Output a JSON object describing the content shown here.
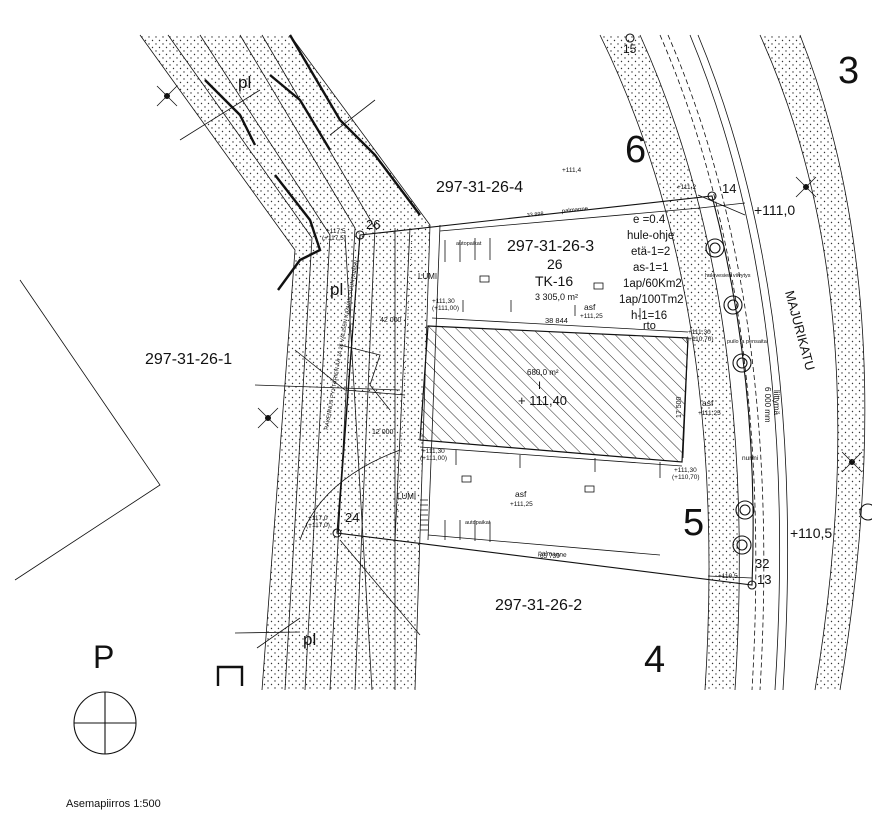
{
  "sheet": {
    "caption": "Asemapiirros 1:500",
    "block_numbers": [
      "3",
      "6",
      "5",
      "4"
    ],
    "area_symbol": "P"
  },
  "street": {
    "name": "MAJURIKATU",
    "width_note_1": "liittymä",
    "width_note_2": "6 000 mm",
    "levels": [
      "+111,0",
      "+110,5"
    ]
  },
  "lots": {
    "north": "297-31-26-4",
    "main": "297-31-26-3",
    "west": "297-31-26-1",
    "south": "297-31-26-2"
  },
  "main_lot": {
    "number": "26",
    "zoning": "TK-16",
    "area": "3 305,0 m²",
    "regulations": [
      "e =0.4",
      "hule-ohje",
      "etä-1=2",
      "as-1=1",
      "1ap/60Km2",
      "1ap/100Tm2",
      "h-1=16"
    ],
    "rto": "rto"
  },
  "building": {
    "area": "680,0 m²",
    "roman": "I",
    "level": "+ 111,40",
    "dim_top": "38 844",
    "dim_side": "17 500",
    "dim_left": "42 000",
    "dim_left_2": "12 000"
  },
  "points": {
    "p14": "14",
    "p26": "26",
    "p24": "24",
    "p32": "32",
    "p13": "13",
    "p15": "15"
  },
  "labels": {
    "pl": "pl",
    "lumi": "LUMI",
    "asf": "asf",
    "asf_level": "+111,25",
    "nurmi": "nurmi",
    "palmanne": "palmanne",
    "autopaikat": "autopaikat",
    "hulevesi": "hulevesien viivytys",
    "puilo": "puilo ja pensaita",
    "path_note": "RAKENNUS PYYTÄRIEN ÄÄ JA 26 VÄLISEN KAAVAN SUUNTAINEN",
    "dim_palmanne_bottom": "65 739",
    "dim_palmanne_top": "33 898"
  },
  "spot_levels": {
    "l1": "+111,4",
    "l2": "+111,2",
    "l3": "+111,30",
    "l3b": "(+111,00)",
    "l4": "+111,30",
    "l4b": "(+110,70)",
    "l5": "+111,30",
    "l5b": "(+111,00)",
    "l6": "+111,30",
    "l6b": "(+110,70)",
    "l7": "+117,5",
    "l7b": "(+117,5)",
    "l8": "+117,0",
    "l8b": "(+117,0)",
    "l9": "+110,5"
  }
}
